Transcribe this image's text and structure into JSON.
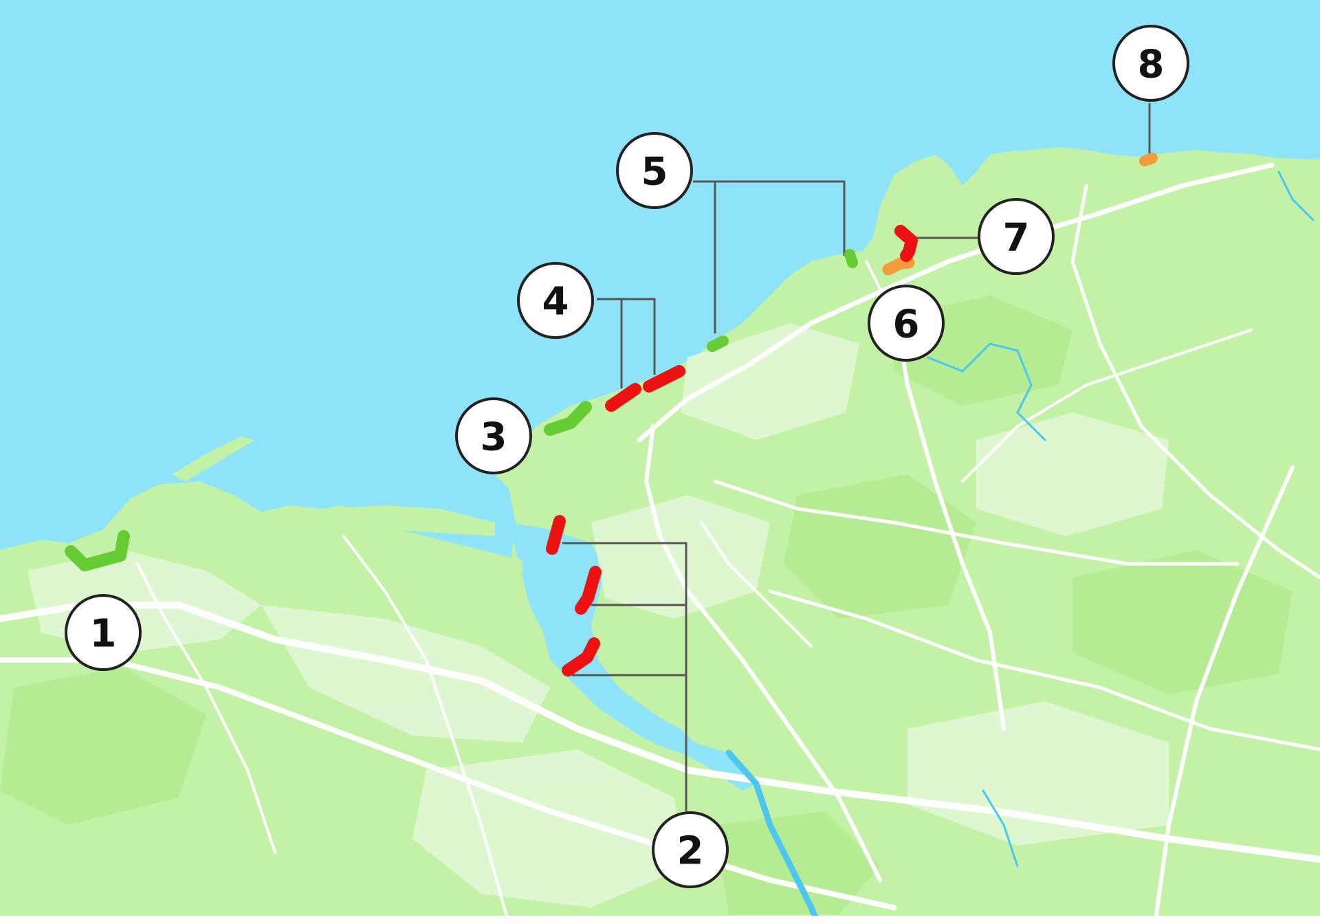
{
  "colors": {
    "sea": "#8fe3f8",
    "land": "#c3f2a6",
    "land_light": "#dff7cf",
    "land_urban": "#e7f6df",
    "road": "#ffffff",
    "river": "#4cc6ee",
    "status_good": "#66cc33",
    "status_poor": "#ee1111",
    "status_moderate": "#f39a3a",
    "callout_line": "#555555"
  },
  "markers": [
    {
      "id": "1",
      "label": "1",
      "status": "good"
    },
    {
      "id": "2",
      "label": "2",
      "status": "poor"
    },
    {
      "id": "3",
      "label": "3",
      "status": "good"
    },
    {
      "id": "4",
      "label": "4",
      "status": "poor"
    },
    {
      "id": "5",
      "label": "5",
      "status": "good"
    },
    {
      "id": "6",
      "label": "6",
      "status": "moderate"
    },
    {
      "id": "7",
      "label": "7",
      "status": "poor"
    },
    {
      "id": "8",
      "label": "8",
      "status": "moderate"
    }
  ]
}
